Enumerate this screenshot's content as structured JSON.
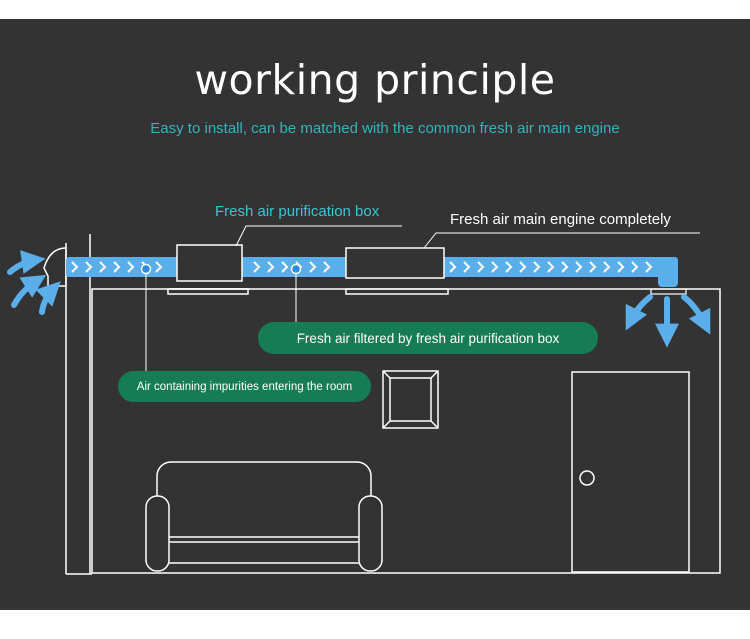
{
  "title": "working principle",
  "subtitle": "Easy to install, can be matched with the common fresh air main engine",
  "labels": {
    "purification_box": "Fresh air purification box",
    "main_engine": "Fresh air main engine completely",
    "filtered": "Fresh air filtered by fresh air purification box",
    "impurities": "Air containing impurities entering the room"
  },
  "colors": {
    "background": "#333333",
    "accent_cyan": "#35b3bd",
    "duct_blue": "#5aaeea",
    "pill_green": "#167c56",
    "line": "#ffffff"
  }
}
